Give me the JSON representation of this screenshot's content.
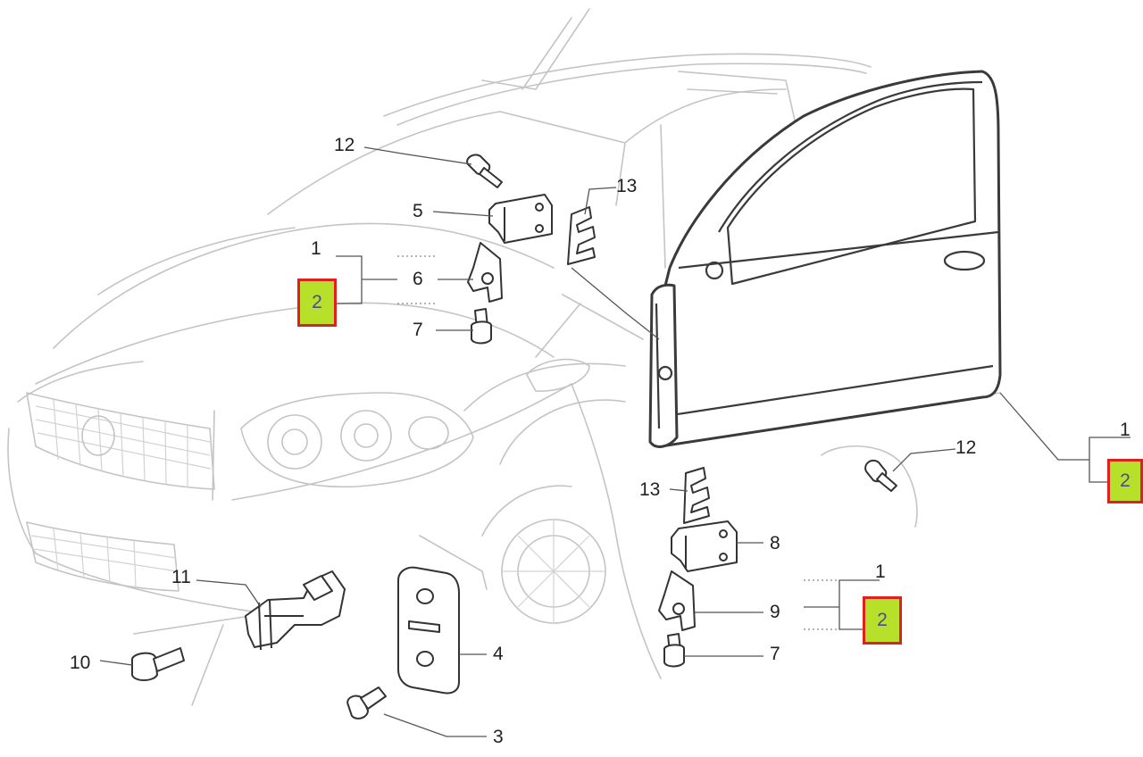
{
  "callouts": {
    "n12_top": "12",
    "n5": "5",
    "n13_top": "13",
    "n1_top": "1",
    "n2_top": "2",
    "n6": "6",
    "n7_top": "7",
    "n1_right": "1",
    "n2_right": "2",
    "n12_right": "12",
    "n13_mid": "13",
    "n8": "8",
    "n1_bottom": "1",
    "n9": "9",
    "n2_bottom": "2",
    "n7_bottom": "7",
    "n11": "11",
    "n10": "10",
    "n4": "4",
    "n3": "3"
  },
  "colors": {
    "highlight_fill": "#b7e02a",
    "highlight_border": "#e0201e",
    "outline": "#333333",
    "car_sketch": "#c4c4c4"
  }
}
